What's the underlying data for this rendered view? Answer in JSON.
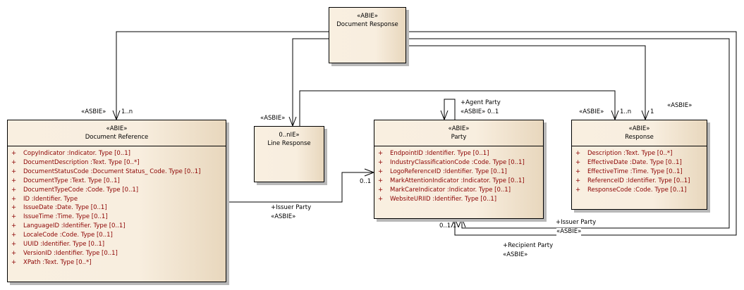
{
  "classes": {
    "document_response": {
      "stereotype": "«ABIE»",
      "name": "Document Response"
    },
    "document_reference": {
      "stereotype": "«ABIE»",
      "name": "Document Reference",
      "attributes": [
        {
          "vis": "+",
          "text": "CopyIndicator  :Indicator. Type [0..1]"
        },
        {
          "vis": "+",
          "text": "DocumentDescription  :Text. Type [0..*]"
        },
        {
          "vis": "+",
          "text": "DocumentStatusCode  :Document Status_ Code. Type [0..1]"
        },
        {
          "vis": "+",
          "text": "DocumentType  :Text. Type [0..1]"
        },
        {
          "vis": "+",
          "text": "DocumentTypeCode  :Code. Type [0..1]"
        },
        {
          "vis": "+",
          "text": "ID  :Identifier. Type"
        },
        {
          "vis": "+",
          "text": "IssueDate  :Date. Type [0..1]"
        },
        {
          "vis": "+",
          "text": "IssueTime  :Time. Type [0..1]"
        },
        {
          "vis": "+",
          "text": "LanguageID  :Identifier. Type [0..1]"
        },
        {
          "vis": "+",
          "text": "LocaleCode  :Code. Type [0..1]"
        },
        {
          "vis": "+",
          "text": "UUID  :Identifier. Type [0..1]"
        },
        {
          "vis": "+",
          "text": "VersionID  :Identifier. Type [0..1]"
        },
        {
          "vis": "+",
          "text": "XPath  :Text. Type [0..*]"
        }
      ]
    },
    "line_response": {
      "stereotype": "0..nIE»",
      "name": "Line Response"
    },
    "party": {
      "stereotype": "«ABIE»",
      "name": "Party",
      "attributes": [
        {
          "vis": "+",
          "text": "EndpointID  :Identifier. Type [0..1]"
        },
        {
          "vis": "+",
          "text": "IndustryClassificationCode  :Code. Type [0..1]"
        },
        {
          "vis": "+",
          "text": "LogoReferenceID  :Identifier. Type [0..1]"
        },
        {
          "vis": "+",
          "text": "MarkAttentionIndicator  :Indicator. Type [0..1]"
        },
        {
          "vis": "+",
          "text": "MarkCareIndicator  :Indicator. Type [0..1]"
        },
        {
          "vis": "+",
          "text": "WebsiteURIID  :Identifier. Type [0..1]"
        }
      ]
    },
    "response": {
      "stereotype": "«ABIE»",
      "name": "Response",
      "attributes": [
        {
          "vis": "+",
          "text": "Description  :Text. Type [0..*]"
        },
        {
          "vis": "+",
          "text": "EffectiveDate  :Date. Type [0..1]"
        },
        {
          "vis": "+",
          "text": "EffectiveTime  :Time. Type [0..1]"
        },
        {
          "vis": "+",
          "text": "ReferenceID  :Identifier. Type [0..1]"
        },
        {
          "vis": "+",
          "text": "ResponseCode  :Code. Type [0..1]"
        }
      ]
    }
  },
  "labels": {
    "docref_stereo": "«ASBIE»",
    "docref_mult": "1..n",
    "lineresp_stereo": "«ASBIE»",
    "resp_stereo1": "«ASBIE»",
    "resp_mult1": "1..n",
    "resp_mult2": "1",
    "resp_stereo2": "«ASBIE»",
    "agent_role": "+Agent Party",
    "agent_stereo_mult": "«ASBIE» 0..1",
    "issuer_mult": "0..1",
    "issuer_role": "+Issuer Party",
    "issuer_stereo": "«ASBIE»",
    "bottom_mult": "0..1 1",
    "issuer2_role": "+Issuer Party",
    "issuer2_stereo": "«ASBIE»",
    "recipient_role": "+Recipient Party",
    "recipient_stereo": "«ASBIE»"
  }
}
